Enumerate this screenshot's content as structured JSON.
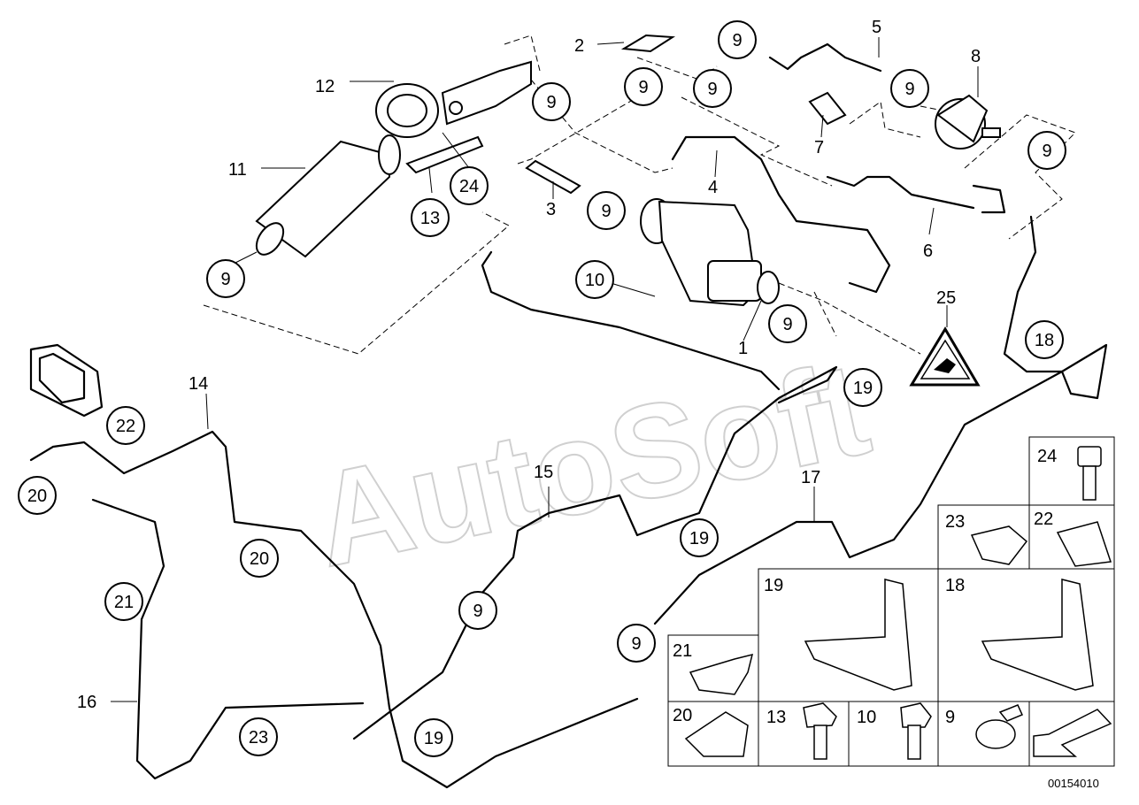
{
  "diagram": {
    "watermark": "AutoSoft",
    "doc_id": "00154010",
    "part_labels": [
      {
        "id": "l1",
        "text": "1"
      },
      {
        "id": "l2",
        "text": "2"
      },
      {
        "id": "l3",
        "text": "3"
      },
      {
        "id": "l4",
        "text": "4"
      },
      {
        "id": "l5",
        "text": "5"
      },
      {
        "id": "l6",
        "text": "6"
      },
      {
        "id": "l7",
        "text": "7"
      },
      {
        "id": "l8",
        "text": "8"
      },
      {
        "id": "l11",
        "text": "11"
      },
      {
        "id": "l12",
        "text": "12"
      },
      {
        "id": "l14",
        "text": "14"
      },
      {
        "id": "l15",
        "text": "15"
      },
      {
        "id": "l16",
        "text": "16"
      },
      {
        "id": "l17",
        "text": "17"
      },
      {
        "id": "l25",
        "text": "25"
      }
    ],
    "callouts": [
      {
        "id": "c9a",
        "text": "9"
      },
      {
        "id": "c9b",
        "text": "9"
      },
      {
        "id": "c9c",
        "text": "9"
      },
      {
        "id": "c9d",
        "text": "9"
      },
      {
        "id": "c9e",
        "text": "9"
      },
      {
        "id": "c9f",
        "text": "9"
      },
      {
        "id": "c9g",
        "text": "9"
      },
      {
        "id": "c9h",
        "text": "9"
      },
      {
        "id": "c9i",
        "text": "9"
      },
      {
        "id": "c9j",
        "text": "9"
      },
      {
        "id": "c9k",
        "text": "9"
      },
      {
        "id": "c10",
        "text": "10"
      },
      {
        "id": "c13",
        "text": "13"
      },
      {
        "id": "c24",
        "text": "24"
      },
      {
        "id": "c18",
        "text": "18"
      },
      {
        "id": "c19a",
        "text": "19"
      },
      {
        "id": "c19b",
        "text": "19"
      },
      {
        "id": "c19c",
        "text": "19"
      },
      {
        "id": "c20a",
        "text": "20"
      },
      {
        "id": "c20b",
        "text": "20"
      },
      {
        "id": "c21",
        "text": "21"
      },
      {
        "id": "c22",
        "text": "22"
      },
      {
        "id": "c23",
        "text": "23"
      }
    ],
    "legend_cells": [
      {
        "id": "g24",
        "text": "24"
      },
      {
        "id": "g23",
        "text": "23"
      },
      {
        "id": "g22",
        "text": "22"
      },
      {
        "id": "g19",
        "text": "19"
      },
      {
        "id": "g18",
        "text": "18"
      },
      {
        "id": "g21",
        "text": "21"
      },
      {
        "id": "g20",
        "text": "20"
      },
      {
        "id": "g13",
        "text": "13"
      },
      {
        "id": "g10",
        "text": "10"
      },
      {
        "id": "g9",
        "text": "9"
      }
    ]
  }
}
